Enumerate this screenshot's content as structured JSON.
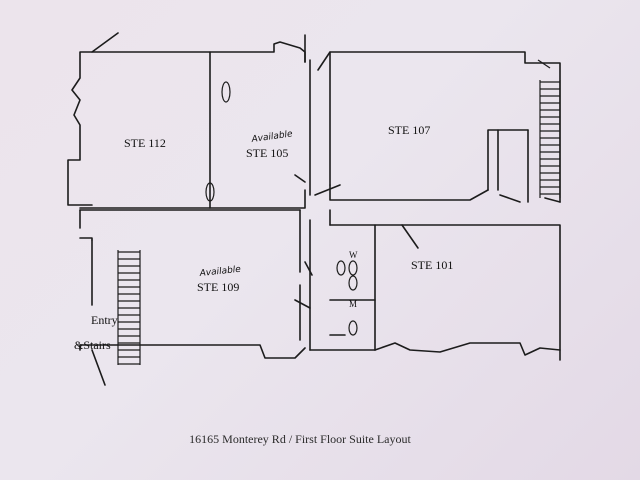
{
  "rooms": {
    "ste112": "STE 112",
    "ste105": "STE 105",
    "ste107": "STE 107",
    "ste109": "STE 109",
    "ste101": "STE 101"
  },
  "annotations": {
    "available_105": "Available",
    "available_109": "Available"
  },
  "entry": {
    "line1": "Entry",
    "line2": "&Stairs"
  },
  "restrooms": {
    "women": "W",
    "men": "M"
  },
  "caption": "16165 Monterey Rd  /  First Floor Suite Layout"
}
